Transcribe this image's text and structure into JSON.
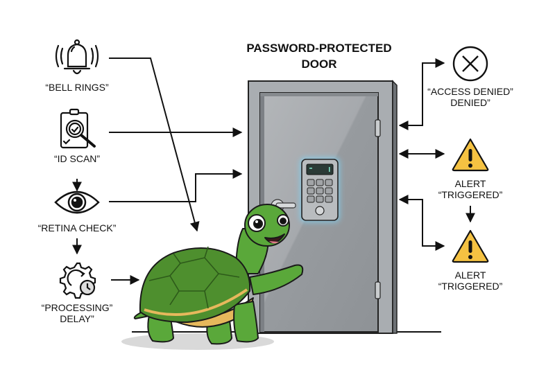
{
  "title": {
    "line1": "PASSWORD-PROTECTED",
    "line2": "DOOR"
  },
  "inputs": [
    {
      "icon": "bell-icon",
      "label": "“BELL RINGS”"
    },
    {
      "icon": "id-scan-icon",
      "label": "“ID SCAN”"
    },
    {
      "icon": "eye-icon",
      "label": "“RETINA CHECK”"
    },
    {
      "icon": "gear-clock-icon",
      "label_line1": "“PROCESSING”",
      "label_line2": "DELAY”"
    }
  ],
  "outputs": [
    {
      "icon": "x-circle-icon",
      "label_line1": "“ACCESS DENIED”",
      "label_line2": "DENIED”"
    },
    {
      "icon": "warning-icon",
      "label_line1": "ALERT",
      "label_line2": "“TRIGGERED”"
    },
    {
      "icon": "warning-icon",
      "label_line1": "ALERT",
      "label_line2": "“TRIGGERED”"
    }
  ],
  "colors": {
    "warning": "#f5c242",
    "turtle_green": "#5aa83a",
    "turtle_shell": "#4e8f2e",
    "plastron": "#e6b85c",
    "door": "#9ea2a6",
    "keypad_glow": "#8fd3f0",
    "keypad_display": "#2a3a36"
  }
}
